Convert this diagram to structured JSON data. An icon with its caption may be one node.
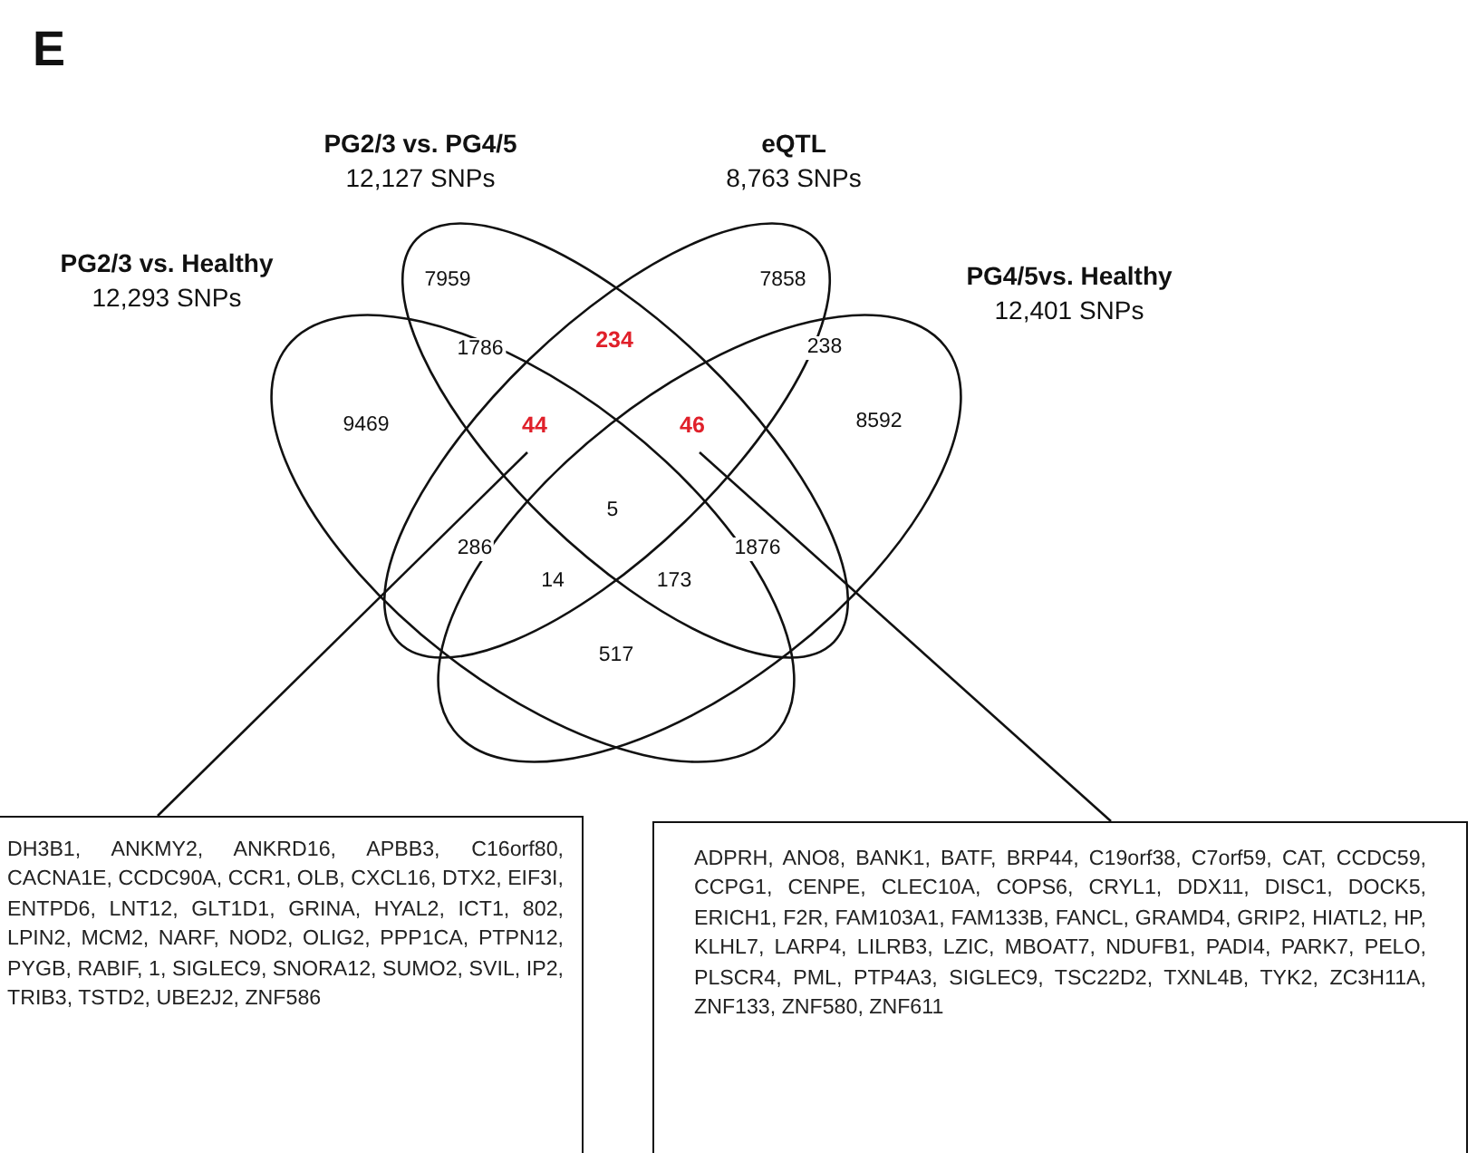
{
  "diagram": {
    "title": "E",
    "nodes": [
      {
        "text": [
          "PG2/3 vs. Healthy",
          "12,293 SNPs"
        ]
      },
      {
        "text": [
          "PG2/3 vs. PG4/5",
          "12,127 SNPs"
        ]
      },
      {
        "text": [
          "eQTL",
          "8,763 SNPs"
        ]
      },
      {
        "text": [
          "PG4/5vs. Healthy",
          "12,401 SNPs"
        ]
      },
      {
        "text": [
          "44"
        ]
      },
      {
        "text": [
          "46"
        ]
      },
      {
        "text": [
          "DH3B1, ANKMY2, ANKRD16, APBB3, C16orf80, CACNA1E, CCDC90A, CCR1, OLB, CXCL16, DTX2, EIF3I, ENTPD6, LNT12, GLT1D1, GRINA, HYAL2, ICT1, 802, LPIN2, MCM2, NARF, NOD2, OLIG2, PPP1CA, PTPN12, PYGB, RABIF, 1, SIGLEC9, SNORA12, SUMO2, SVIL, IP2, TRIB3, TSTD2, UBE2J2, ZNF586"
        ]
      },
      {
        "text": [
          "ADPRH, ANO8, BANK1, BATF, BRP44, C19orf38, C7orf59, CAT, CCDC59, CCPG1, CENPE, CLEC10A, COPS6, CRYL1, DDX11, DISC1, DOCK5, ERICH1, F2R, FAM103A1, FAM133B, FANCL, GRAMD4, GRIP2, HIATL2, HP, KLHL7, LARP4, LILRB3, LZIC, MBOAT7, NDUFB1, PADI4, PARK7, PELO, PLSCR4, PML, PTP4A3, SIGLEC9, TSC22D2, TXNL4B, TYK2, ZC3H11A, ZNF133, ZNF580, ZNF611"
        ]
      }
    ],
    "edges": [
      {
        "from": 4,
        "to": 6,
        "arrow": "none"
      },
      {
        "from": 5,
        "to": 7,
        "arrow": "none"
      }
    ],
    "labels": [
      "7959",
      "7858",
      "1786",
      "234",
      "238",
      "9469",
      "8592",
      "5",
      "286",
      "1876",
      "14",
      "173",
      "517"
    ]
  }
}
